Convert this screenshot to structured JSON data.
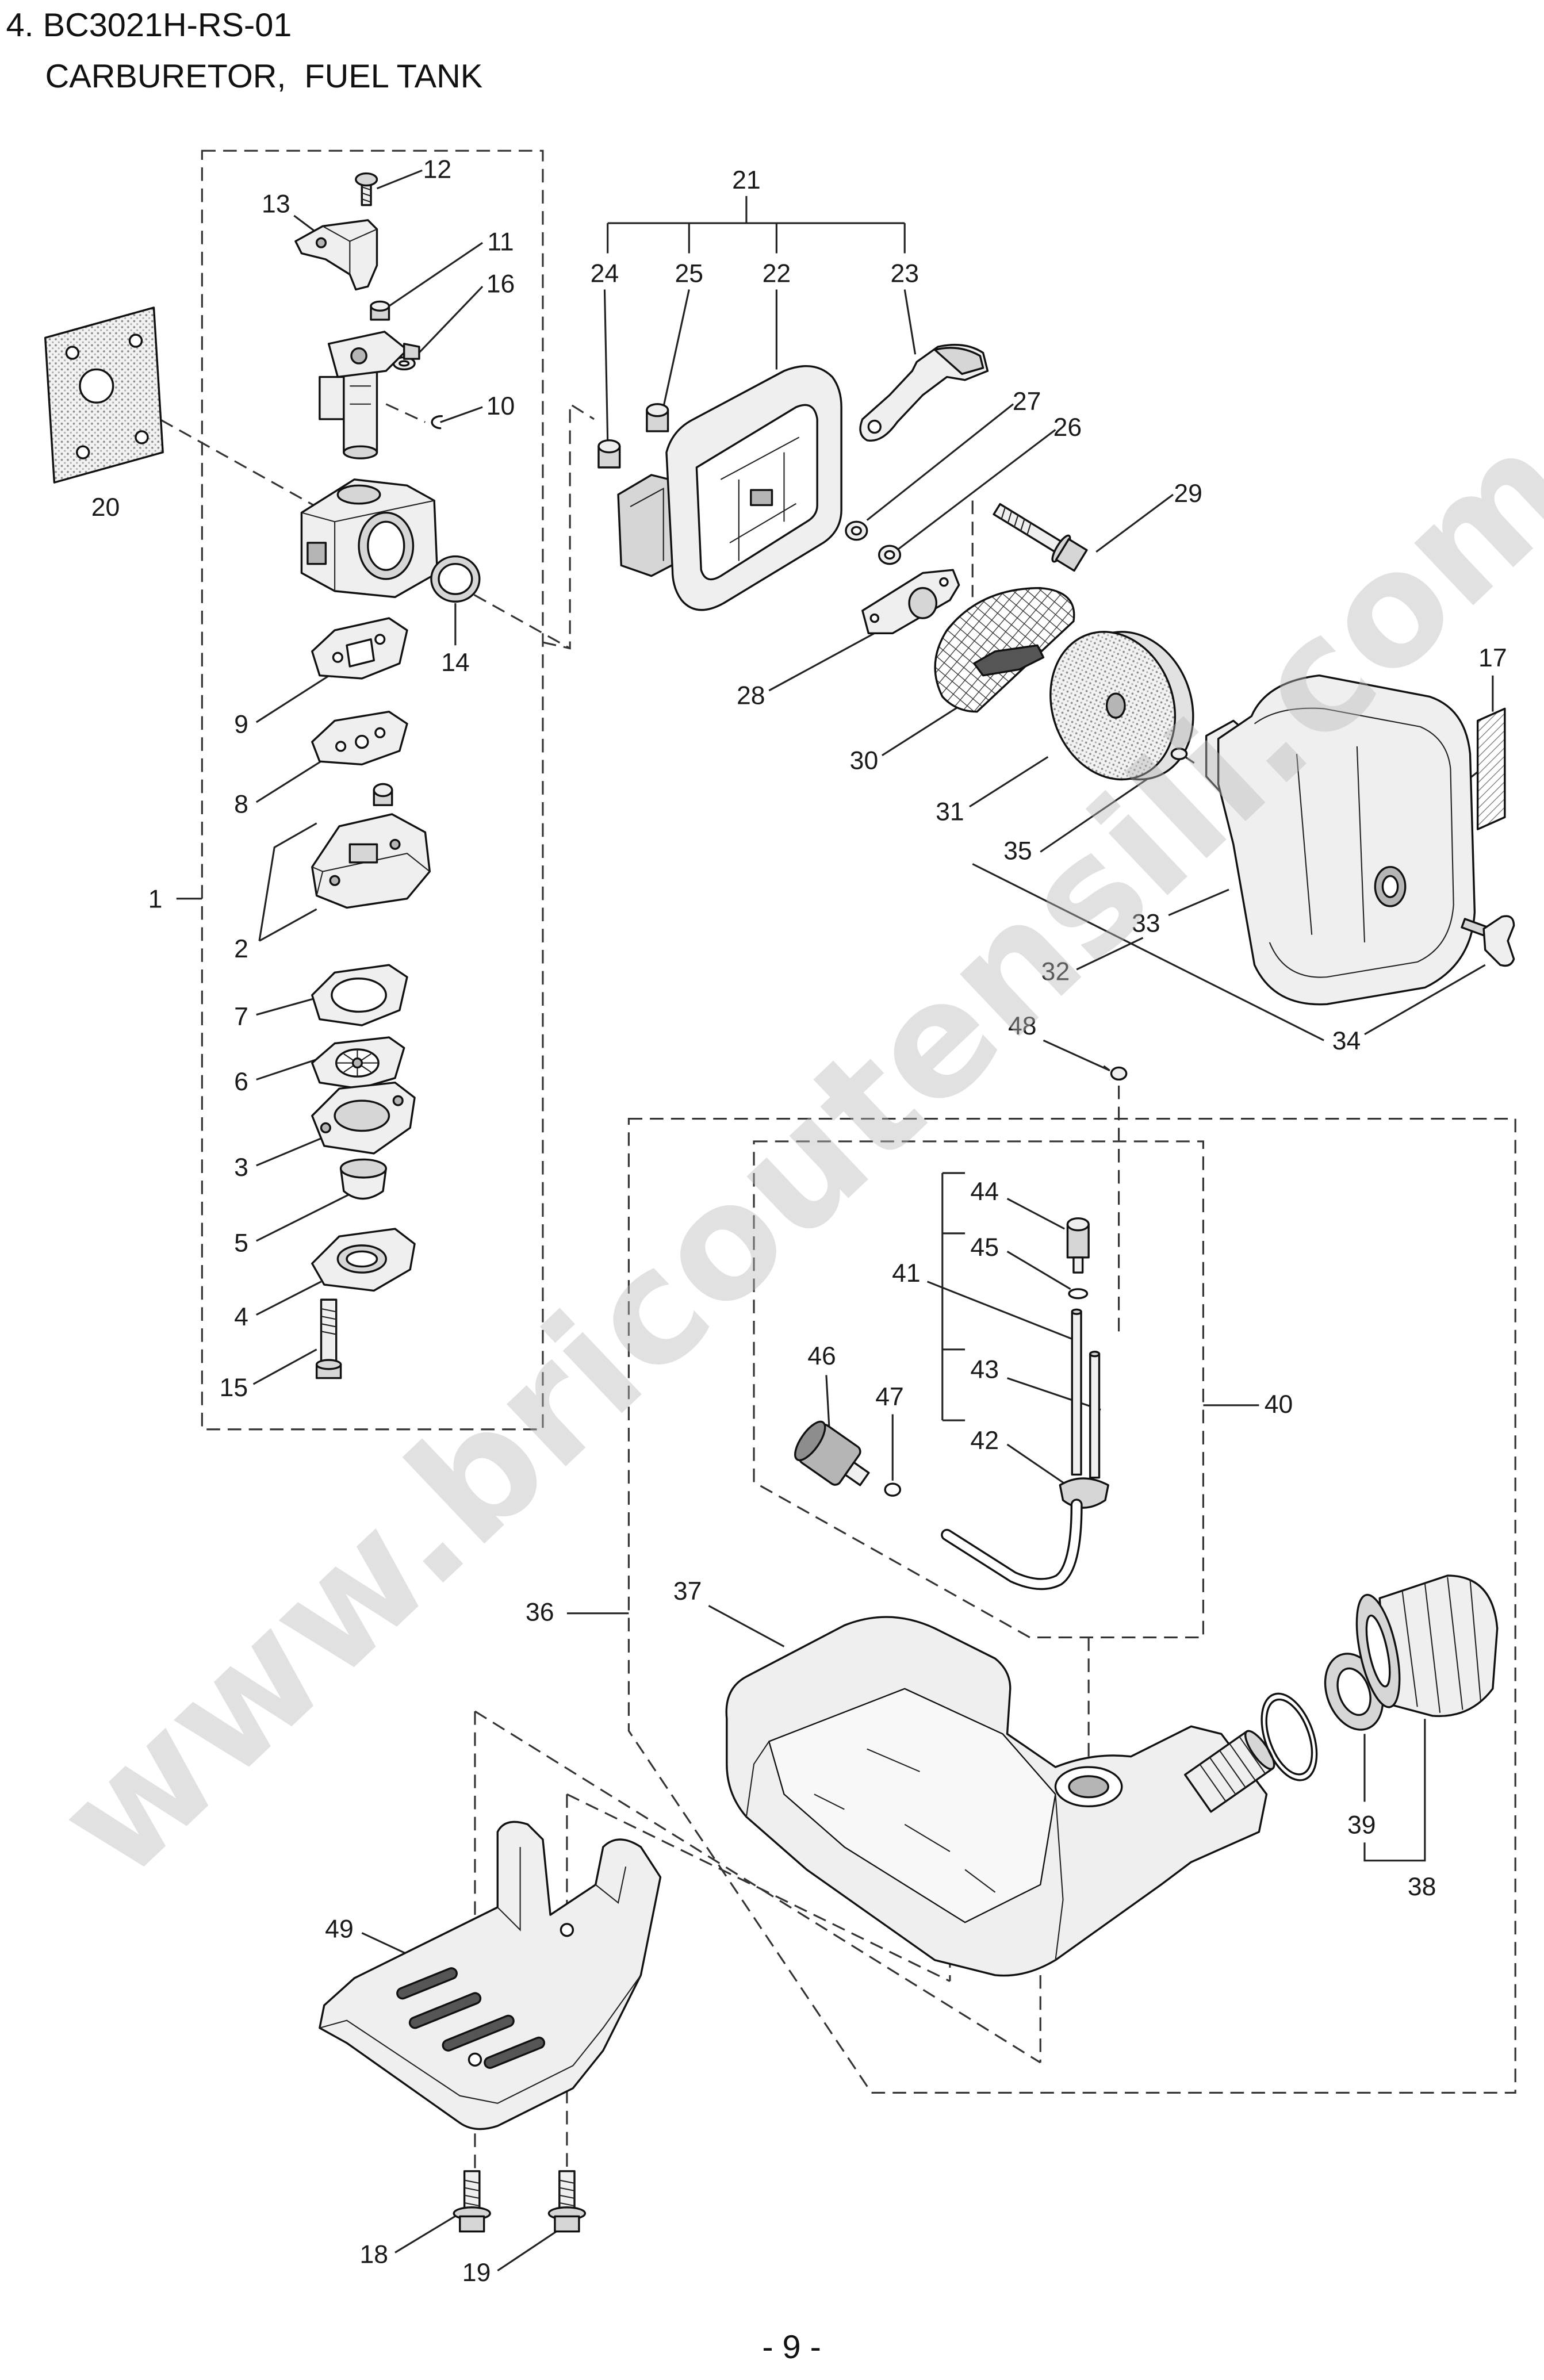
{
  "header": {
    "line1": "4. BC3021H-RS-01",
    "line2": "CARBURETOR,  FUEL TANK"
  },
  "callouts": {
    "1": "1",
    "2": "2",
    "3": "3",
    "4": "4",
    "5": "5",
    "6": "6",
    "7": "7",
    "8": "8",
    "9": "9",
    "10": "10",
    "11": "11",
    "12": "12",
    "13": "13",
    "14": "14",
    "15": "15",
    "16": "16",
    "17": "17",
    "18": "18",
    "19": "19",
    "20": "20",
    "21": "21",
    "22": "22",
    "23": "23",
    "24": "24",
    "25": "25",
    "26": "26",
    "27": "27",
    "28": "28",
    "29": "29",
    "30": "30",
    "31": "31",
    "32": "32",
    "33": "33",
    "34": "34",
    "35": "35",
    "36": "36",
    "37": "37",
    "38": "38",
    "39": "39",
    "40": "40",
    "41": "41",
    "42": "42",
    "43": "43",
    "44": "44",
    "45": "45",
    "46": "46",
    "47": "47",
    "48": "48",
    "49": "49"
  },
  "watermark": "www.bricoutensili.com",
  "footer": {
    "page": "- 9 -"
  }
}
